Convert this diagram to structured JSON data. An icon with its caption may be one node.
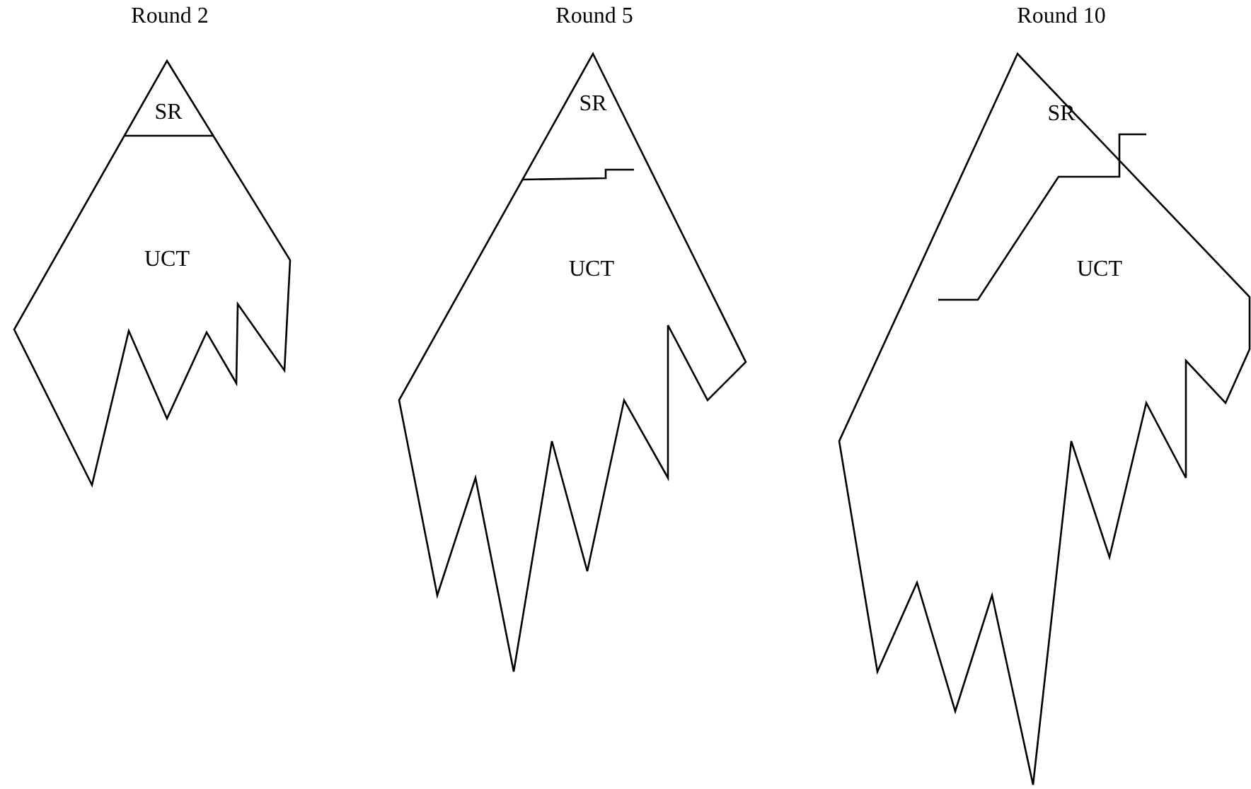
{
  "diagram": {
    "nodes": [
      {
        "text": [
          "Round 2"
        ]
      },
      {
        "text": [
          "SR"
        ],
        "in": 0
      },
      {
        "text": [
          "UCT"
        ],
        "in": 0
      },
      {
        "text": [
          "Round 5"
        ]
      },
      {
        "text": [
          "SR"
        ],
        "in": 3
      },
      {
        "text": [
          "UCT"
        ],
        "in": 3
      },
      {
        "text": [
          "Round 10"
        ]
      },
      {
        "text": [
          "SR"
        ],
        "in": 6
      },
      {
        "text": [
          "UCT"
        ],
        "in": 6
      }
    ]
  }
}
